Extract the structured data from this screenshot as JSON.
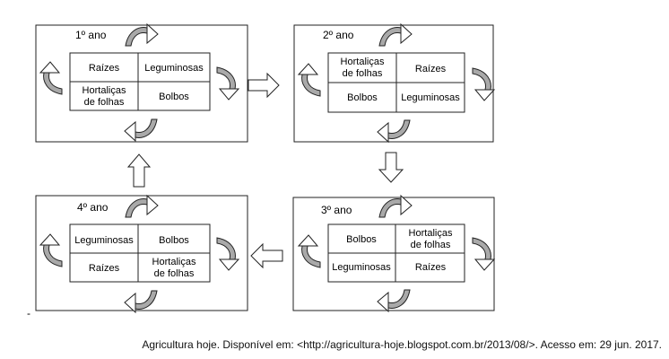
{
  "panels": [
    {
      "year": "1º ano",
      "cells": [
        "Raízes",
        "Leguminosas",
        "Hortaliças de folhas",
        "Bolbos"
      ]
    },
    {
      "year": "2º ano",
      "cells": [
        "Hortaliças de folhas",
        "Raízes",
        "Bolbos",
        "Leguminosas"
      ]
    },
    {
      "year": "3º ano",
      "cells": [
        "Bolbos",
        "Hortaliças de folhas",
        "Leguminosas",
        "Raízes"
      ]
    },
    {
      "year": "4º ano",
      "cells": [
        "Leguminosas",
        "Bolbos",
        "Raízes",
        "Hortaliças de folhas"
      ]
    }
  ],
  "stray_mark": "-",
  "caption": "Agricultura hoje. Disponível em: <http://agricultura-hoje.blogspot.com.br/2013/08/>. Acesso em: 29 jun. 2017.",
  "colors": {
    "arrow_fill": "#a9a9a9",
    "stroke": "#222222"
  }
}
